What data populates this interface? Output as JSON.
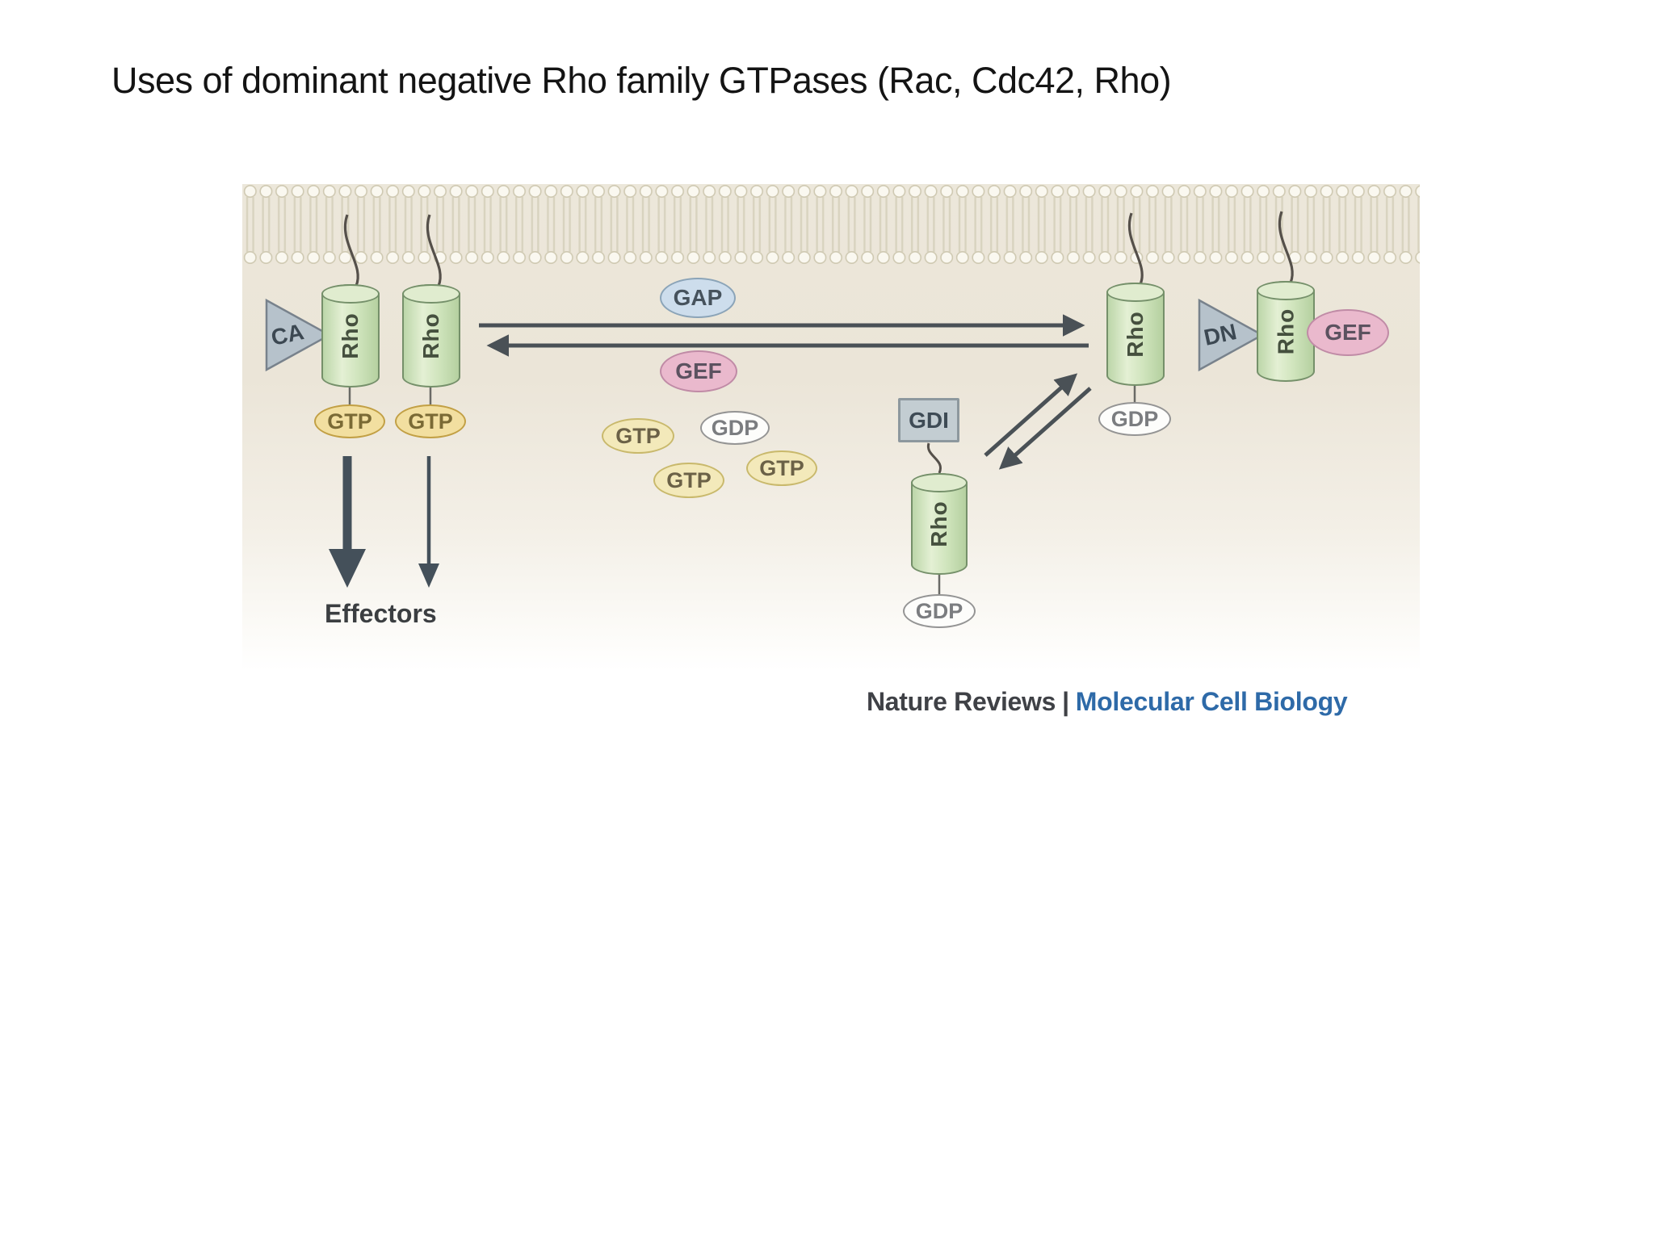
{
  "title": "Uses of dominant negative Rho family GTPases (Rac, Cdc42, Rho)",
  "labels": {
    "rho": "Rho",
    "ca": "CA",
    "dn": "DN",
    "gap": "GAP",
    "gef": "GEF",
    "gdi": "GDI",
    "gtp": "GTP",
    "gdp": "GDP",
    "effectors": "Effectors"
  },
  "caption": {
    "source": "Nature Reviews",
    "divider": "|",
    "journal": "Molecular Cell Biology"
  },
  "colors": {
    "rho_cylinder_fill": "#cfe4bc",
    "rho_cylinder_border": "#75906a",
    "gap_fill": "#cdddec",
    "gap_border": "#8ba4b8",
    "gef_fill": "#eab9cd",
    "gef_border": "#c08ba6",
    "gtp_fill": "#f2dfa0",
    "gtp_border": "#c2a045",
    "gdp_fill": "#fdfdfb",
    "gdp_border": "#949494",
    "gdi_fill": "#c3cdd2",
    "gdi_border": "#8d989e",
    "ca_dn_triangle_fill": "#b6c2cb",
    "arrow": "#4a5156",
    "membrane_head": "#faf8f0",
    "membrane_stroke": "#cfc9b2",
    "panel_background": "#ece7da",
    "caption_journal_blue": "#2e6aa8"
  }
}
